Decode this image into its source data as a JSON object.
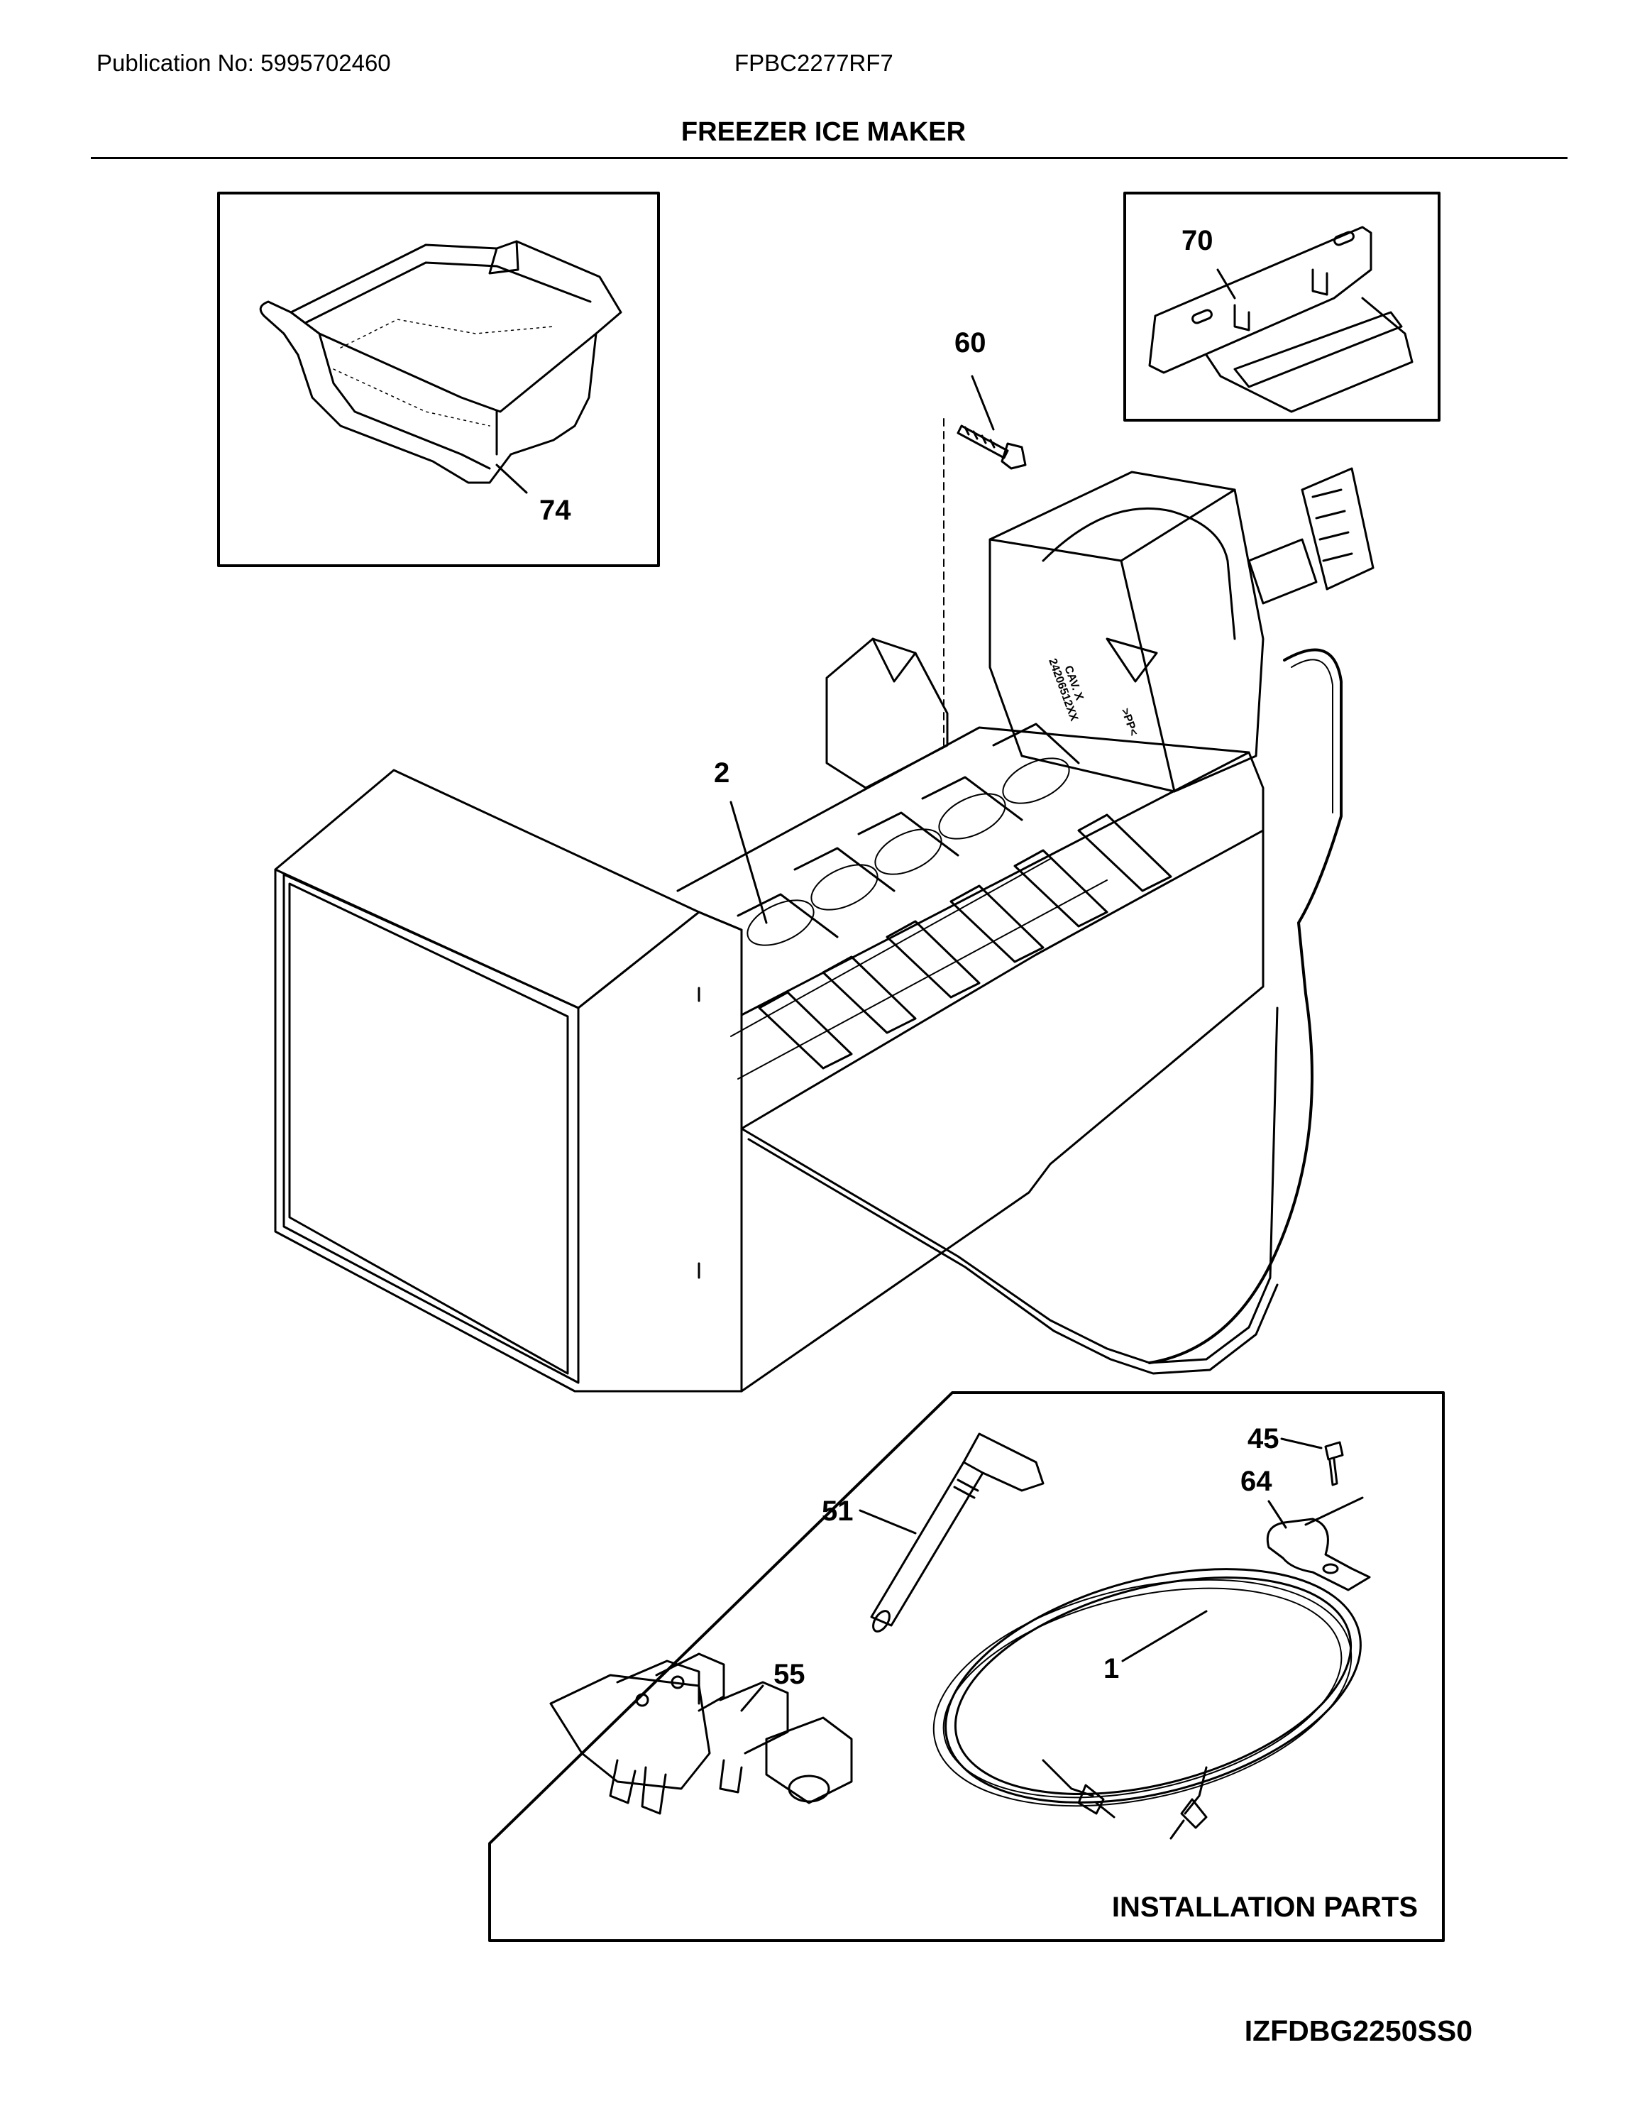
{
  "header": {
    "publication": "Publication No: 5995702460",
    "model": "FPBC2277RF7",
    "title": "FREEZER ICE MAKER"
  },
  "callouts": {
    "c74": "74",
    "c70": "70",
    "c60": "60",
    "c2": "2",
    "c45": "45",
    "c64": "64",
    "c51": "51",
    "c55": "55",
    "c1": "1"
  },
  "installation_label": "INSTALLATION PARTS",
  "drawing_code": "IZFDBG2250SS0",
  "tray_marking": [
    "24206512XX",
    "CAV. X",
    ">PP<"
  ]
}
